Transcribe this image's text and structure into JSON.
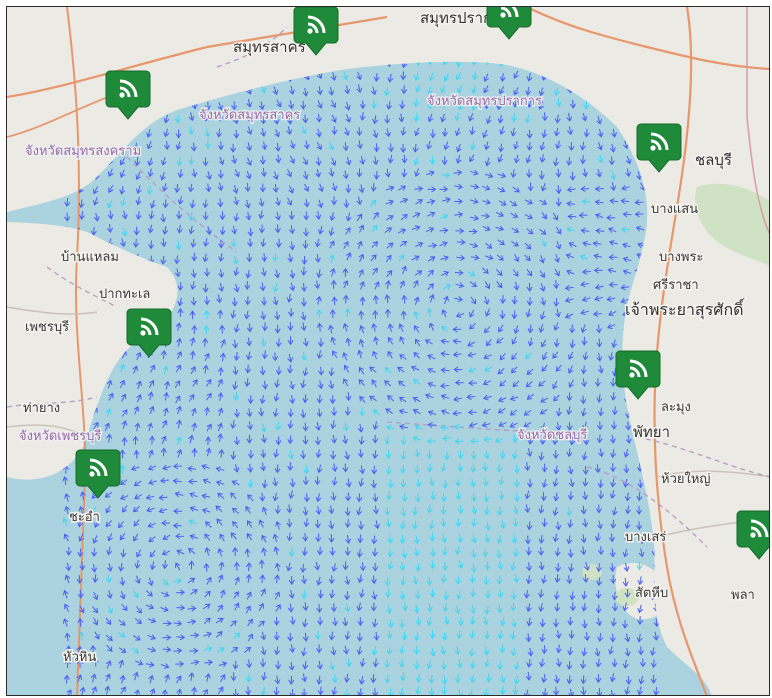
{
  "map": {
    "colors": {
      "sea": "#aad3df",
      "land": "#eceae5",
      "arrow_primary": "#4a5ff2",
      "arrow_secondary": "#3fd6f2",
      "marker_green": "#1f8a3a",
      "marker_icon": "#ffffff",
      "road_major": "#e8966a",
      "boundary": "#b79ac4"
    },
    "labels": {
      "samut_sakhon_city": "สมุทรสาคร",
      "samut_prakan_city": "สมุทรปราการ",
      "samut_sakhon_prov": "จังหวัดสมุทรสาคร",
      "samut_prakan_prov": "จังหวัดสมุทรปราการ",
      "samut_songkhram_prov": "จังหวัดสมุทรสงคราม",
      "ban_laem": "บ้านแหลม",
      "pak_thale": "ปากทะเล",
      "phetchaburi": "เพชรบุรี",
      "tha_yang": "ท่ายาง",
      "phetchaburi_prov": "จังหวัดเพชรบุรี",
      "cha_am": "ชะอำ",
      "hua_hin": "หัวหิน",
      "chonburi": "ชลบุรี",
      "bang_saen": "บางแสน",
      "bang_phra": "บางพระ",
      "si_racha": "ศรีราชา",
      "chao_phraya": "เจ้าพระยาสุรศักดิ์",
      "lamung": "ละมุง",
      "pattaya": "พัทยา",
      "chonburi_prov": "จังหวัดชลบุรี",
      "huai_yai": "ห้วยใหญ่",
      "bang_sare": "บางเสร่",
      "sattahip": "สัตหีบ",
      "phla": "พลา"
    },
    "markers": [
      {
        "name": "marker-samut-sakhon",
        "icon": "rss-feed-icon"
      },
      {
        "name": "marker-samut-prakan",
        "icon": "rss-feed-icon"
      },
      {
        "name": "marker-samut-songkhram",
        "icon": "rss-feed-icon"
      },
      {
        "name": "marker-bang-saen",
        "icon": "rss-feed-icon"
      },
      {
        "name": "marker-phetchaburi",
        "icon": "rss-feed-icon"
      },
      {
        "name": "marker-pattaya",
        "icon": "rss-feed-icon"
      },
      {
        "name": "marker-cha-am",
        "icon": "rss-feed-icon"
      },
      {
        "name": "marker-sattahip",
        "icon": "rss-feed-icon"
      }
    ]
  }
}
